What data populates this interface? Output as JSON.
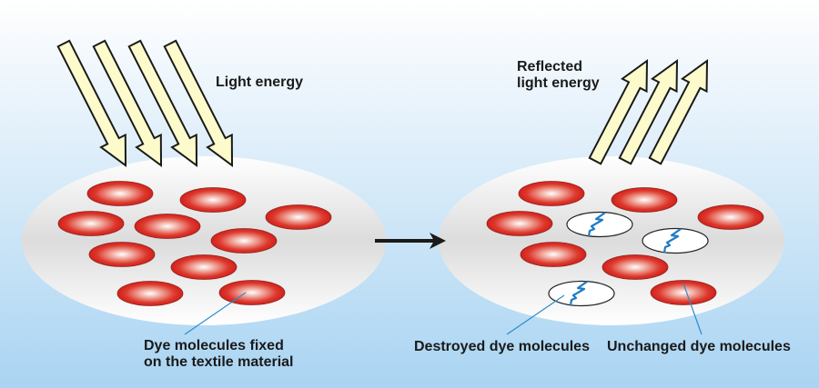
{
  "diagram": {
    "title_left": "Light energy",
    "title_right_line1": "Reflected",
    "title_right_line2": "light energy",
    "label_fixed_line1": "Dye molecules fixed",
    "label_fixed_line2": "on the textile material",
    "label_destroyed": "Destroyed dye molecules",
    "label_unchanged": "Unchanged dye molecules",
    "colors": {
      "arrow_fill": "#fdfbcc",
      "dye_red": "#d8231f",
      "crack_blue": "#1d7bc4",
      "leader_line": "#2b8ccc"
    },
    "left_panel": {
      "incoming_arrows": 4,
      "dye_molecules": 10,
      "destroyed": 0
    },
    "right_panel": {
      "reflected_arrows": 3,
      "dye_molecules": 10,
      "destroyed": 3,
      "unchanged": 7
    }
  }
}
